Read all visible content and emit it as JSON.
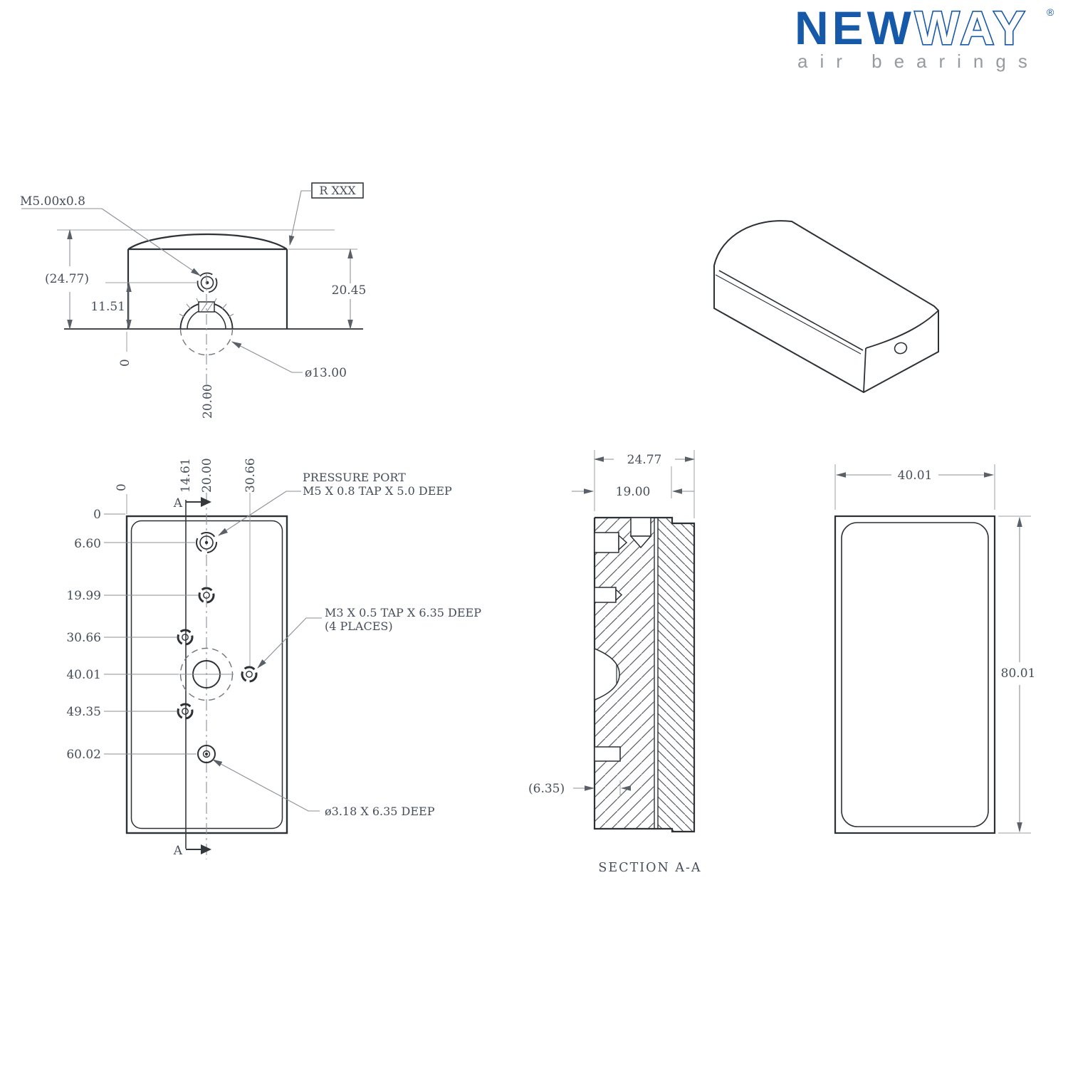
{
  "logo": {
    "new": "NEW",
    "way": "WAY",
    "registered": "®",
    "tagline": "air bearings"
  },
  "end_view": {
    "thread_label": "M5.00x0.8",
    "radius_label": "R XXX",
    "overall_height": "(24.77)",
    "port_height": "11.51",
    "body_height": "20.45",
    "pocket_diameter": "ø13.00",
    "ordinate_zero": "0",
    "port_offset": "20.00"
  },
  "front_view": {
    "left_ordinates": [
      "0",
      "6.60",
      "19.99",
      "30.66",
      "40.01",
      "49.35",
      "60.02"
    ],
    "top_ordinates": [
      "0",
      "14.61",
      "20.00",
      "30.66"
    ],
    "section_label": "A",
    "pressure_port_label": [
      "PRESSURE PORT",
      "M5 X 0.8 TAP X 5.0 DEEP"
    ],
    "tap_label": [
      "M3 X 0.5 TAP X 6.35 DEEP",
      "(4 PLACES)"
    ],
    "dowel_label": "ø3.18 X 6.35 DEEP"
  },
  "section_view": {
    "overall_depth": "24.77",
    "body_depth": "19.00",
    "insert_ref": "(6.35)",
    "caption": "SECTION A-A"
  },
  "side_view": {
    "width": "40.01",
    "height": "80.01"
  }
}
